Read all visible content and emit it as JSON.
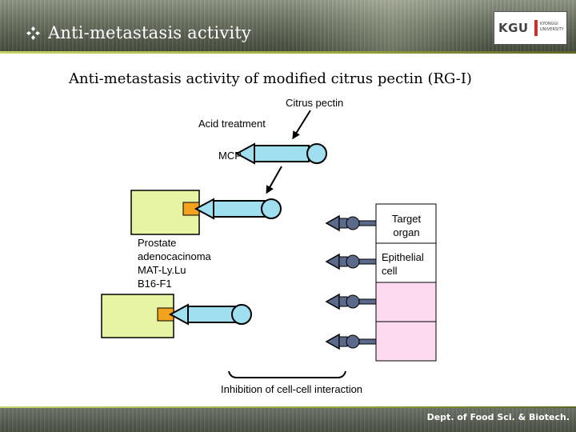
{
  "header": {
    "title": "Anti-metastasis activity",
    "logo": {
      "mark": "KGU",
      "text": "KYONGGI UNIVERSITY"
    }
  },
  "subtitle": "Anti-metastasis activity of modified citrus pectin (RG-I)",
  "diagram": {
    "labels": {
      "citrus_pectin": "Citrus pectin",
      "acid_treatment": "Acid treatment",
      "mcp": "MCP",
      "target_organ": "Target organ",
      "epithelial_cell": "Epithelial cell",
      "prostate_line1": "Prostate",
      "prostate_line2": "adenocacinoma",
      "prostate_line3": "MAT-Ly.Lu",
      "prostate_line4": "B16-F1",
      "inhibition": "Inhibition of cell-cell interaction"
    },
    "colors": {
      "tumor_cell": "#e6f4a4",
      "receptor": "#f2a21d",
      "galectin_rod": "#9fdff0",
      "receptor_head": "#5b6a8a",
      "target_organ": "#fddaf0"
    }
  },
  "footer": {
    "text": "Dept. of Food Sci. & Biotech."
  }
}
